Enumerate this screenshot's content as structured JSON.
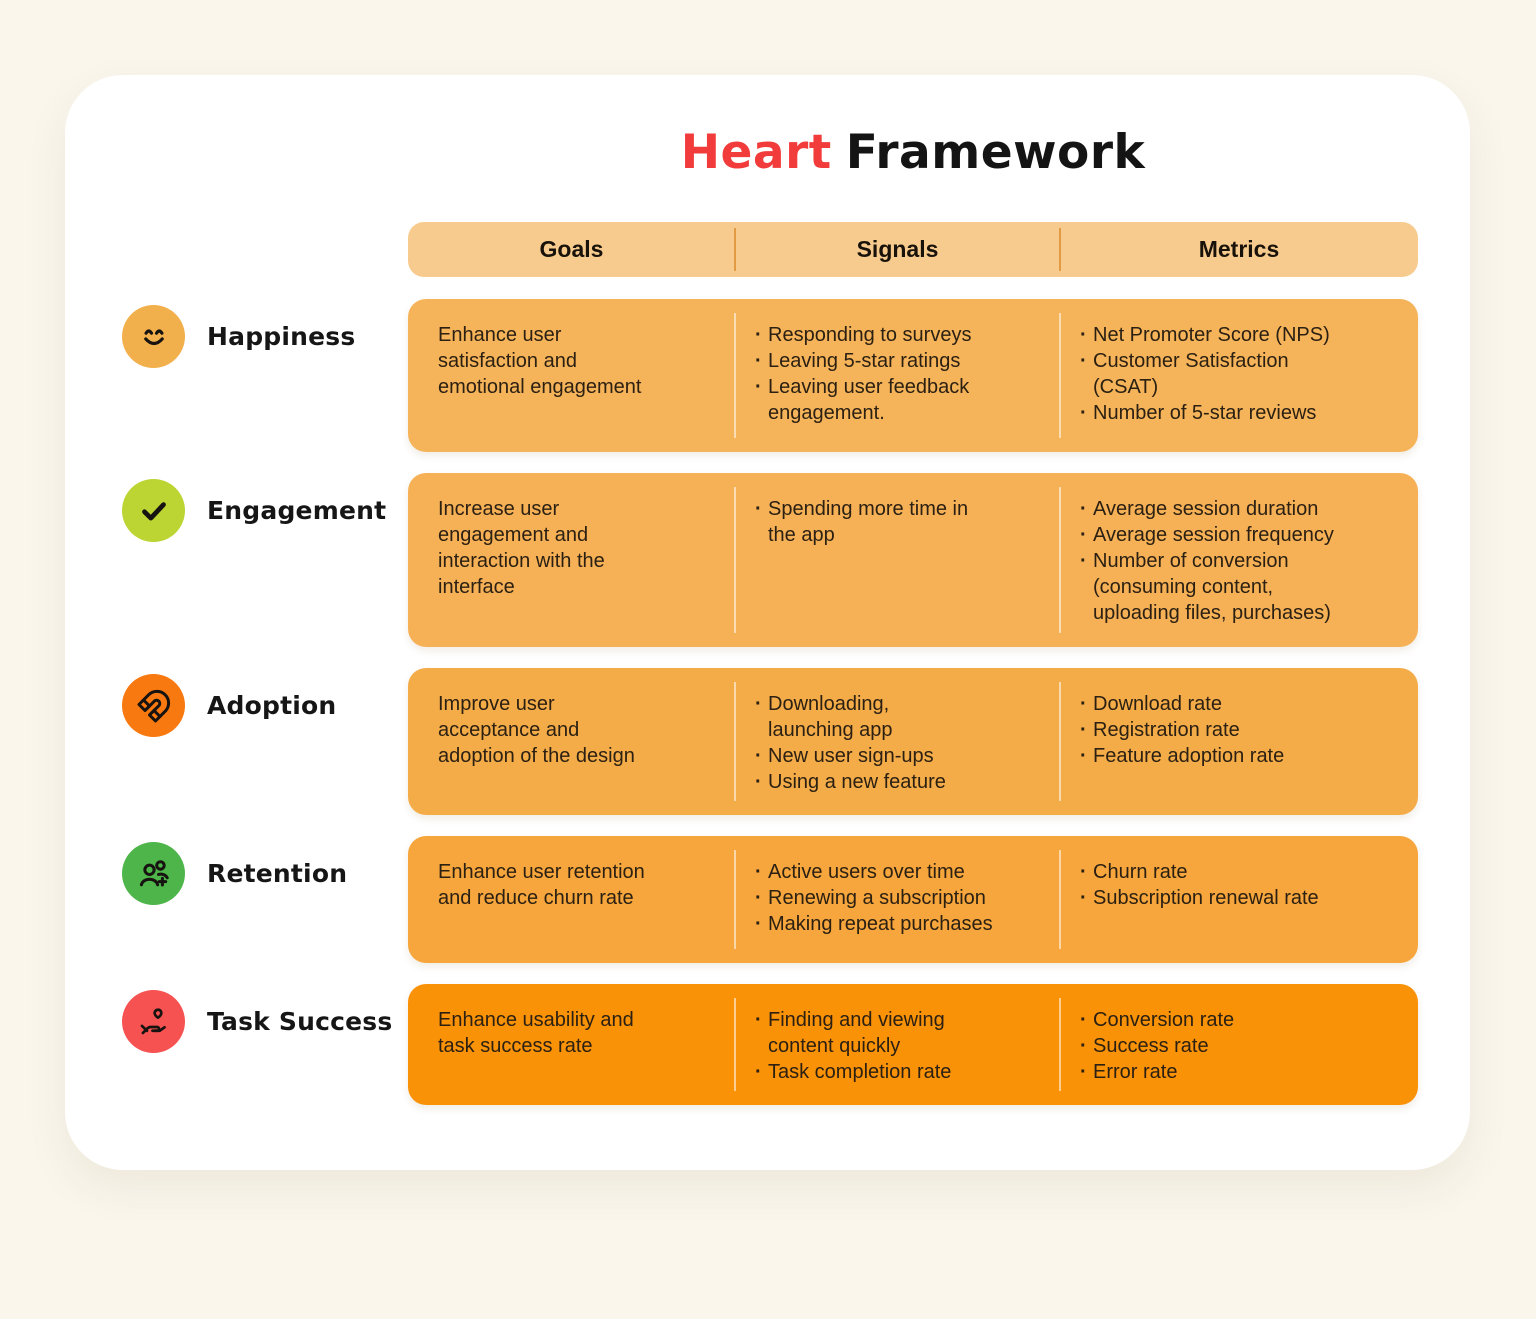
{
  "title": {
    "accent": "Heart",
    "rest": "Framework",
    "accent_color": "#F23B3B"
  },
  "columns": {
    "goals": "Goals",
    "signals": "Signals",
    "metrics": "Metrics"
  },
  "header_bg": "#F7CB8E",
  "rows": [
    {
      "label": "Happiness",
      "icon": "smiley-face-icon",
      "icon_bg": "#F2B04C",
      "bg": "#F6B45A",
      "goals": "Enhance user\nsatisfaction and\nemotional engagement",
      "signals": [
        "Responding to surveys",
        "Leaving 5-star ratings",
        "Leaving user feedback\nengagement."
      ],
      "metrics": [
        "Net Promoter Score (NPS)",
        "Customer Satisfaction\n(CSAT)",
        "Number of 5-star reviews"
      ]
    },
    {
      "label": "Engagement",
      "icon": "checkmark-icon",
      "icon_bg": "#BCD532",
      "bg": "#F6B157",
      "goals": "Increase user\nengagement and\ninteraction with the\ninterface",
      "signals": [
        "Spending more time in\nthe app"
      ],
      "metrics": [
        "Average session duration",
        "Average session frequency",
        "Number of conversion\n(consuming content,\nuploading files, purchases)"
      ]
    },
    {
      "label": "Adoption",
      "icon": "magnet-icon",
      "icon_bg": "#F8790F",
      "bg": "#F4AC49",
      "goals": "Improve user\nacceptance and\nadoption of the design",
      "signals": [
        "Downloading,\nlaunching app",
        "New user sign-ups",
        "Using a new feature"
      ],
      "metrics": [
        "Download rate",
        "Registration rate",
        "Feature adoption rate"
      ]
    },
    {
      "label": "Retention",
      "icon": "users-plus-icon",
      "icon_bg": "#4DB549",
      "bg": "#F6A63C",
      "goals": "Enhance user retention\nand reduce churn rate",
      "signals": [
        "Active users over time",
        "Renewing a subscription",
        "Making repeat purchases"
      ],
      "metrics": [
        "Churn rate",
        "Subscription renewal rate"
      ]
    },
    {
      "label": "Task Success",
      "icon": "hand-holding-heart-icon",
      "icon_bg": "#F65251",
      "bg": "#FA9208",
      "goals": "Enhance usability and\ntask success rate",
      "signals": [
        "Finding and viewing\ncontent quickly",
        "Task completion rate"
      ],
      "metrics": [
        "Conversion rate",
        "Success rate",
        "Error rate"
      ]
    }
  ]
}
